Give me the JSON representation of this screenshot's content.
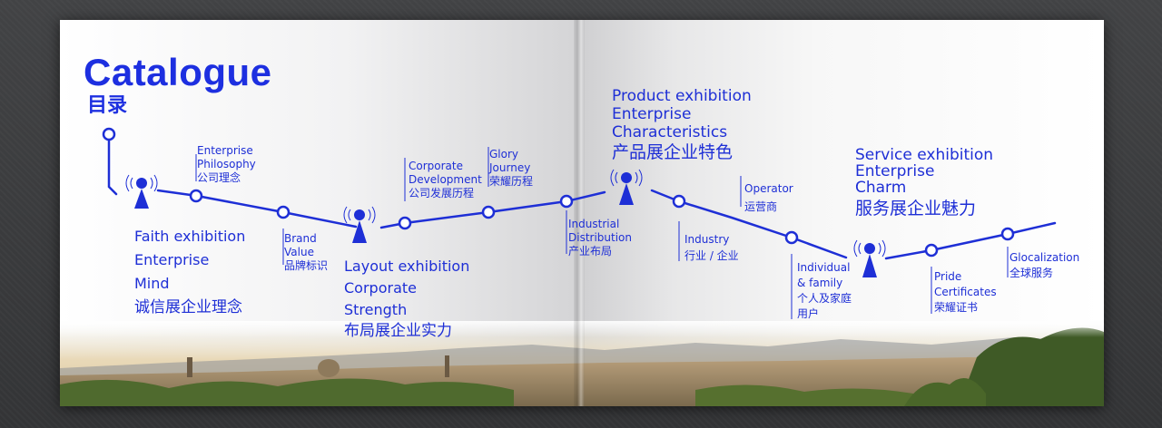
{
  "catalogue": {
    "title": "Catalogue",
    "title_cn": "目录"
  },
  "faith": {
    "label_en_1": "Faith exhibition",
    "label_en_2": "Enterprise",
    "label_en_3": "Mind",
    "label_cn": "诚信展企业理念"
  },
  "enterprise_philosophy": {
    "en_1": "Enterprise",
    "en_2": "Philosophy",
    "cn": "公司理念"
  },
  "brand_value": {
    "en_1": "Brand",
    "en_2": "Value",
    "cn": "品牌标识"
  },
  "layout": {
    "label_en_1": "Layout exhibition",
    "label_en_2": "Corporate",
    "label_en_3": "Strength",
    "label_cn": "布局展企业实力"
  },
  "corporate_development": {
    "en_1": "Corporate",
    "en_2": "Development",
    "cn": "公司发展历程"
  },
  "glory_journey": {
    "en_1": "Glory",
    "en_2": "Journey",
    "cn": "荣耀历程"
  },
  "industrial_distribution": {
    "en_1": "Industrial",
    "en_2": "Distribution",
    "cn": "产业布局"
  },
  "product": {
    "label_en_1": "Product exhibition",
    "label_en_2": "Enterprise",
    "label_en_3": "Characteristics",
    "label_cn": "产品展企业特色"
  },
  "industry": {
    "en": "Industry",
    "cn": "行业 / 企业"
  },
  "operator": {
    "en": "Operator",
    "cn": "运营商"
  },
  "individual_family": {
    "en_1": "Individual",
    "en_2": "& family",
    "cn_1": "个人及家庭",
    "cn_2": "用户"
  },
  "service": {
    "label_en_1": "Service exhibition",
    "label_en_2": "Enterprise",
    "label_en_3": "Charm",
    "label_cn": "服务展企业魅力"
  },
  "pride_certificates": {
    "en_1": "Pride",
    "en_2": "Certificates",
    "cn": "荣耀证书"
  },
  "glocalization": {
    "en": "Glocalization",
    "cn": "全球服务"
  },
  "colors": {
    "accent": "#1e2fd6",
    "background": "#3a3b3d"
  }
}
